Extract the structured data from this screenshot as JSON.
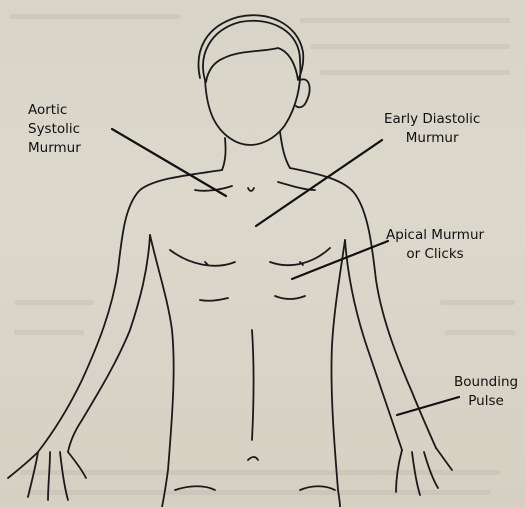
{
  "labels": {
    "aortic_systolic": [
      "Aortic",
      "Systolic",
      "Murmur"
    ],
    "early_diastolic": [
      "Early Diastolic",
      "Murmur"
    ],
    "apical_clicks": [
      "Apical Murmur",
      "or Clicks"
    ],
    "bounding_pulse": [
      "Bounding",
      "Pulse"
    ]
  },
  "colors": {
    "paper": "#d9d4c9",
    "ink": "#111111"
  }
}
